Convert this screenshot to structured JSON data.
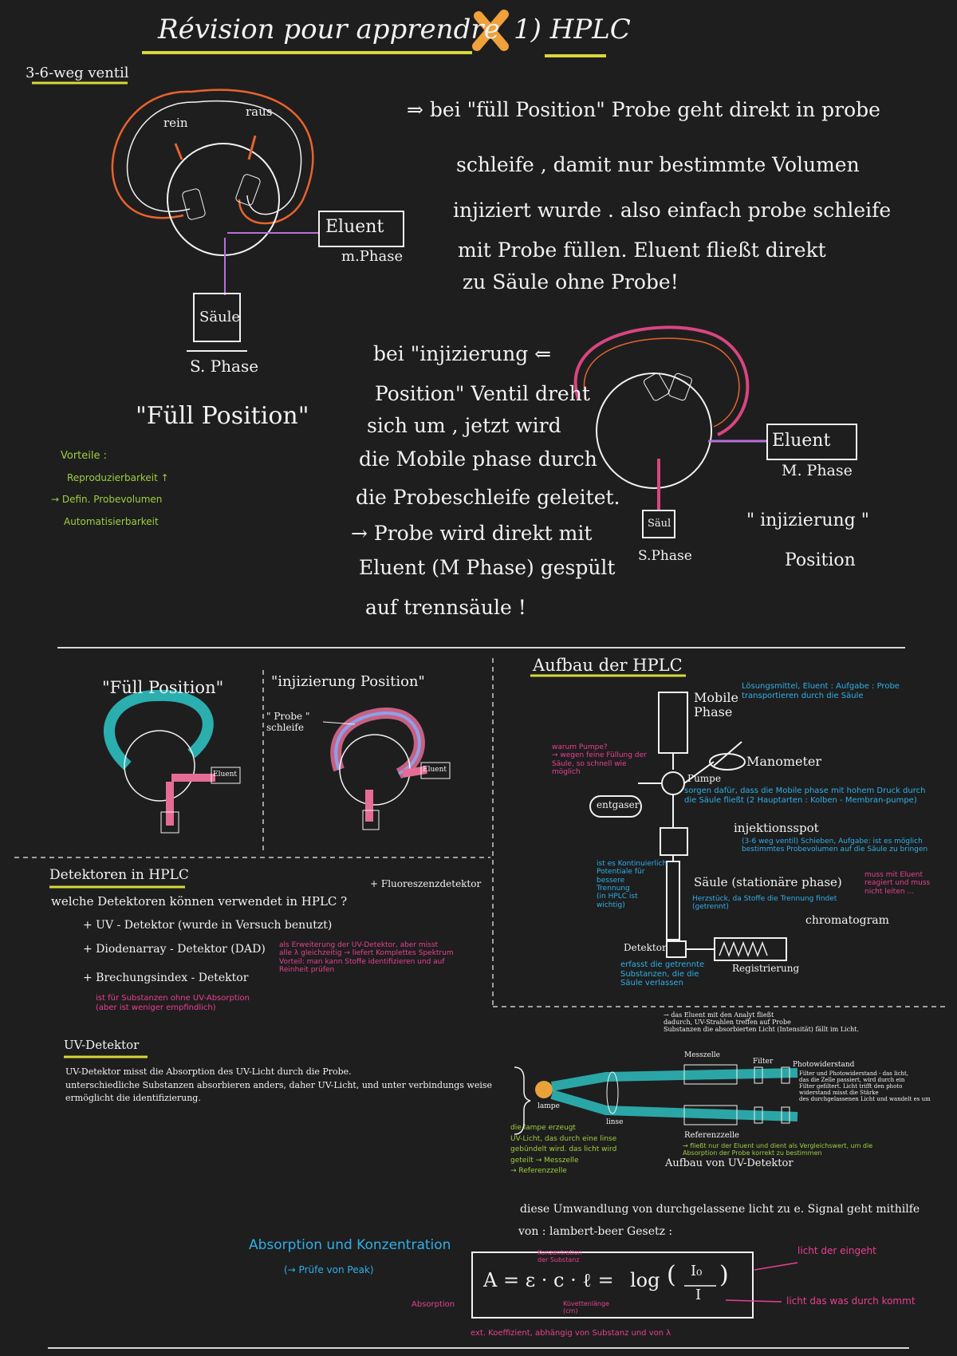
{
  "header": {
    "title": "Révision pour apprendre",
    "section": "1) HPLC"
  },
  "valve": {
    "heading": "3-6-weg ventil",
    "rein": "rein",
    "raus": "raus",
    "eluent": "Eluent",
    "m_phase": "m.Phase",
    "saule": "Säule",
    "s_phase": "S. Phase",
    "full_label": "\"Füll Position\"",
    "vorteile_title": "Vorteile :",
    "vorteile": [
      "Reproduzierbarkeit ↑",
      "→ Defin. Probevolumen",
      "Automatisierbarkeit"
    ],
    "full_desc": [
      "⇒ bei \"füll Position\" Probe geht direkt in probe",
      "schleife , damit nur bestimmte Volumen",
      "injiziert wurde . also einfach probe schleife",
      "mit Probe füllen. Eluent fließt direkt",
      "zu Säule ohne Probe!"
    ],
    "inj_desc": [
      "bei \"injizierung ⇐",
      "Position\" Ventil dreht",
      "sich um , jetzt wird",
      "die Mobile phase durch",
      "die Probeschleife geleitet.",
      "→ Probe wird direkt mit",
      "Eluent (M Phase) gespült",
      "auf trennsäule !"
    ],
    "inj_eluent": "Eluent",
    "inj_m_phase": "M. Phase",
    "inj_saule": "Säul",
    "inj_s_phase": "S.Phase",
    "inj_label_1": "\" injizierung \"",
    "inj_label_2": "Position"
  },
  "small_diagrams": {
    "full_title": "\"Füll Position\"",
    "inj_title": "\"injizierung Position\"",
    "probe_schleife": "\" Probe \"\nschleife",
    "eluent": "Eluent"
  },
  "aufbau": {
    "title": "Aufbau der HPLC",
    "mobile_phase": "Mobile\nPhase",
    "mobile_note": "Lösungsmittel, Eluent : Aufgabe : Probe\ntransportieren durch die Säule",
    "manometer": "Manometer",
    "pumpe": "Pumpe",
    "pumpe_note": "sorgen dafür, dass die Mobile phase mit hohem Druck durch\ndie Säule fließt (2 Hauptarten : Kolben - Membran-pumpe)",
    "warum": "warum Pumpe?\n→ wegen feine Füllung der\nSäule, so schnell wie\nmöglich",
    "entgaser": "entgaser",
    "injektion": "injektionsspot",
    "injektion_note": "(3-6 weg ventil) Schieben, Aufgabe: ist es möglich\nbestimmtes Probevolumen auf die Säule zu bringen",
    "saule": "Säule (stationäre phase)",
    "saule_note": "Herzstück, da Stoffe die Trennung findet\n(getrennt)",
    "saule_note2": "muss mit Eluent\nreagiert und muss\nnicht leiten ...",
    "left_note": "ist es Kontinuierlich\nPotentiale für\nbessere\nTrennung\n(in HPLC ist\nwichtig)",
    "chromatogram": "chromatogram",
    "detektor": "Detektor",
    "detektor_note": "erfasst die getrennte\nSubstanzen, die die\nSäule verlassen",
    "registrierung": "Registrierung"
  },
  "detektoren": {
    "title": "Detektoren in HPLC",
    "question": "welche Detektoren können verwendet in HPLC ?",
    "fluor": "+ Fluoreszenzdetektor",
    "items": [
      "+ UV - Detektor (wurde in Versuch benutzt)",
      "+ Diodenarray - Detektor (DAD)",
      "+ Brechungsindex - Detektor"
    ],
    "dad_note": "als Erweiterung der UV-Detektor, aber misst\nalle λ gleichzeitig → liefert Komplettes Spektrum\nVorteil: man kann Stoffe identifizieren und auf\nReinheit prüfen",
    "bi_note": "ist für Substanzen ohne UV-Absorption\n(aber ist weniger empfindlich)"
  },
  "uv": {
    "title": "UV-Detektor",
    "text": "UV-Detektor misst die Absorption des UV-Licht durch die Probe.\nunterschiedliche Substanzen absorbieren anders, daher UV-Licht, und unter verbindungs weise\nermöglicht die identifizierung.",
    "aufbau_label": "Aufbau von UV-Detektor",
    "lampe": "lampe",
    "linse": "linse",
    "messzelle": "Messzelle",
    "filter": "Filter",
    "referenz": "Referenzzelle",
    "photo": "Photowiderstand",
    "lampe_note": "die lampe erzeugt\nUV-Licht, das durch eine linse\ngebündelt wird. das licht wird\ngeteilt → Messzelle\n→ Referenzzelle",
    "messzelle_note": "→ das Eluent mit den Analyt fließt\ndadurch, UV-Strahlen treffen auf Probe\nSubstanzen die absorbierten Licht (Intensität) fällt im Licht.",
    "photo_note": "Filter und Photowiderstand - das licht,\ndas die Zelle passiert, wird durch ein\nFilter gefiltert. Licht trifft den photo\nwiderstand misst die Stärke\ndes durchgelassenen Licht und wandelt es um",
    "referenz_note": "→ fließt nur der Eluent und dient als Vergleichswert, um die\nAbsorption der Probe korrekt zu bestimmen",
    "umwandlung": "diese Umwandlung von durchgelassene licht zu e. Signal geht mithilfe",
    "umwandlung2": "von : lambert-beer Gesetz :"
  },
  "lambert": {
    "heading": "Absorption und Konzentration",
    "sub": "(→ Prüfe von Peak)",
    "formula_lhs": "A = ε · c · ℓ =",
    "formula_log": "log",
    "i0": "I₀",
    "i": "I",
    "konz": "Konzentration\nder Substanz",
    "absorption": "Absorption",
    "schicht": "Küvettenlänge\n(cm)",
    "eps": "ext. Koeffizient, abhängig von Substanz und von λ",
    "i0_note": "licht der eingeht",
    "i_note": "licht das was durch kommt"
  },
  "colors": {
    "bg": "#1e1e1f",
    "highlight": "#d8d83a",
    "orange": "#e8632c",
    "pink": "#d9457f",
    "cyan": "#2ec8c8",
    "green": "#9fcf3c",
    "blue": "#2fb0e6"
  }
}
